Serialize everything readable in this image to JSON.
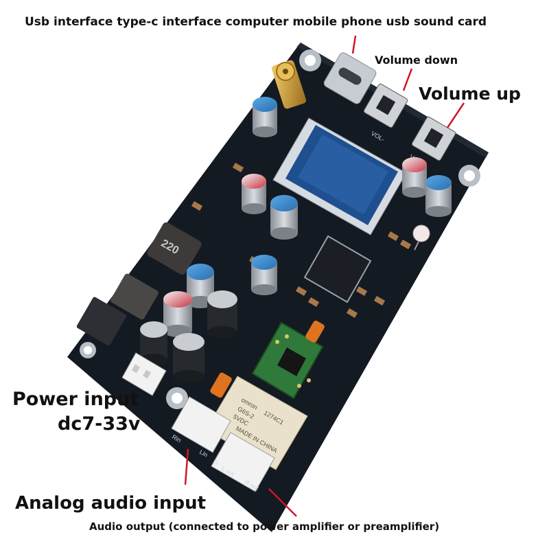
{
  "callouts": {
    "usb_interface": "Usb interface type-c interface computer mobile phone usb sound card",
    "volume_down": "Volume down",
    "volume_up": "Volume up",
    "power_input_line1": "Power input",
    "power_input_line2": "dc7-33v",
    "analog_audio_input": "Analog audio input",
    "audio_output": "Audio output (connected to power amplifier or preamplifier)"
  },
  "pcb_markings": {
    "inductor_value": "220",
    "relay_brand": "omron",
    "relay_code": "1274C1",
    "relay_model": "G6S-2",
    "relay_voltage": "5VDC",
    "relay_origin": "MADE IN CHINA",
    "vol_minus": "VOL-",
    "vol_plus": "VOL+",
    "rin": "Rin",
    "lin": "Lin",
    "gnd": "G",
    "l_out": "L out",
    "r_out": "R out"
  },
  "colors": {
    "pcb": "#141a22",
    "callout_arrow": "#d1152a",
    "text": "#111111"
  }
}
